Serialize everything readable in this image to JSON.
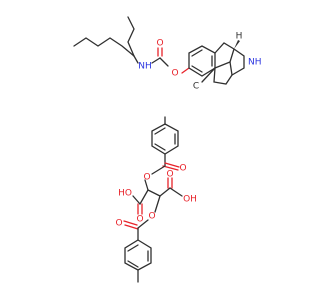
{
  "molecule": {
    "cation_atoms": {
      "carbamate_nh": "NH",
      "carbamate_o_ester": "O",
      "carbamate_o_carbonyl": "O",
      "pyrrolidine_nh": "NH",
      "ring_fusion_h": "H",
      "methyl_c": "C"
    },
    "tartrate_atoms": {
      "ho_left": "HO",
      "o_left_carbonyl": "O",
      "o_left_ester": "O",
      "o_left_benzoyl": "O",
      "o_right_carbonyl": "O",
      "oh_right": "OH",
      "o_right_ester": "O",
      "o_right_benzoyl": "O"
    },
    "colors": {
      "oxygen": "#e8222a",
      "nitrogen": "#2a34e0",
      "carbon": "#303030"
    }
  }
}
